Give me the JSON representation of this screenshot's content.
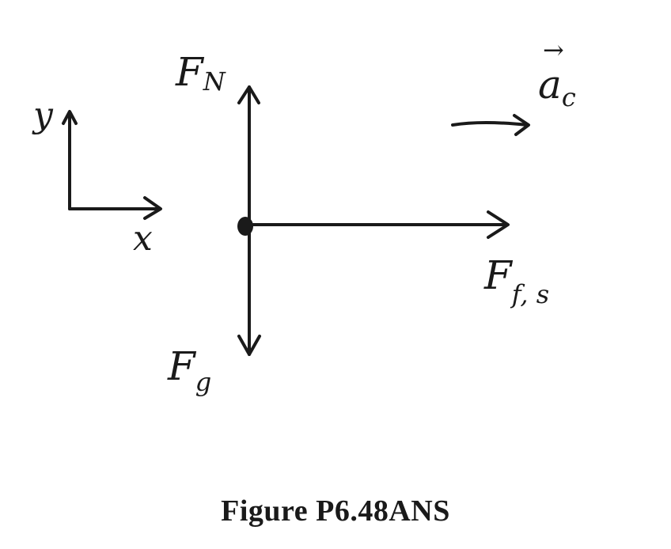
{
  "axes": {
    "y_label": "y",
    "x_label": "x"
  },
  "forces": {
    "normal": {
      "symbol": "F",
      "subscript": "N"
    },
    "gravity": {
      "symbol": "F",
      "subscript": "g"
    },
    "friction": {
      "symbol": "F",
      "subscript": "f, s"
    }
  },
  "acceleration": {
    "symbol": "a",
    "subscript": "c",
    "vector_arrow": "→"
  },
  "caption": "Figure P6.48ANS",
  "colors": {
    "ink": "#1a1a1a",
    "background": "#ffffff"
  }
}
